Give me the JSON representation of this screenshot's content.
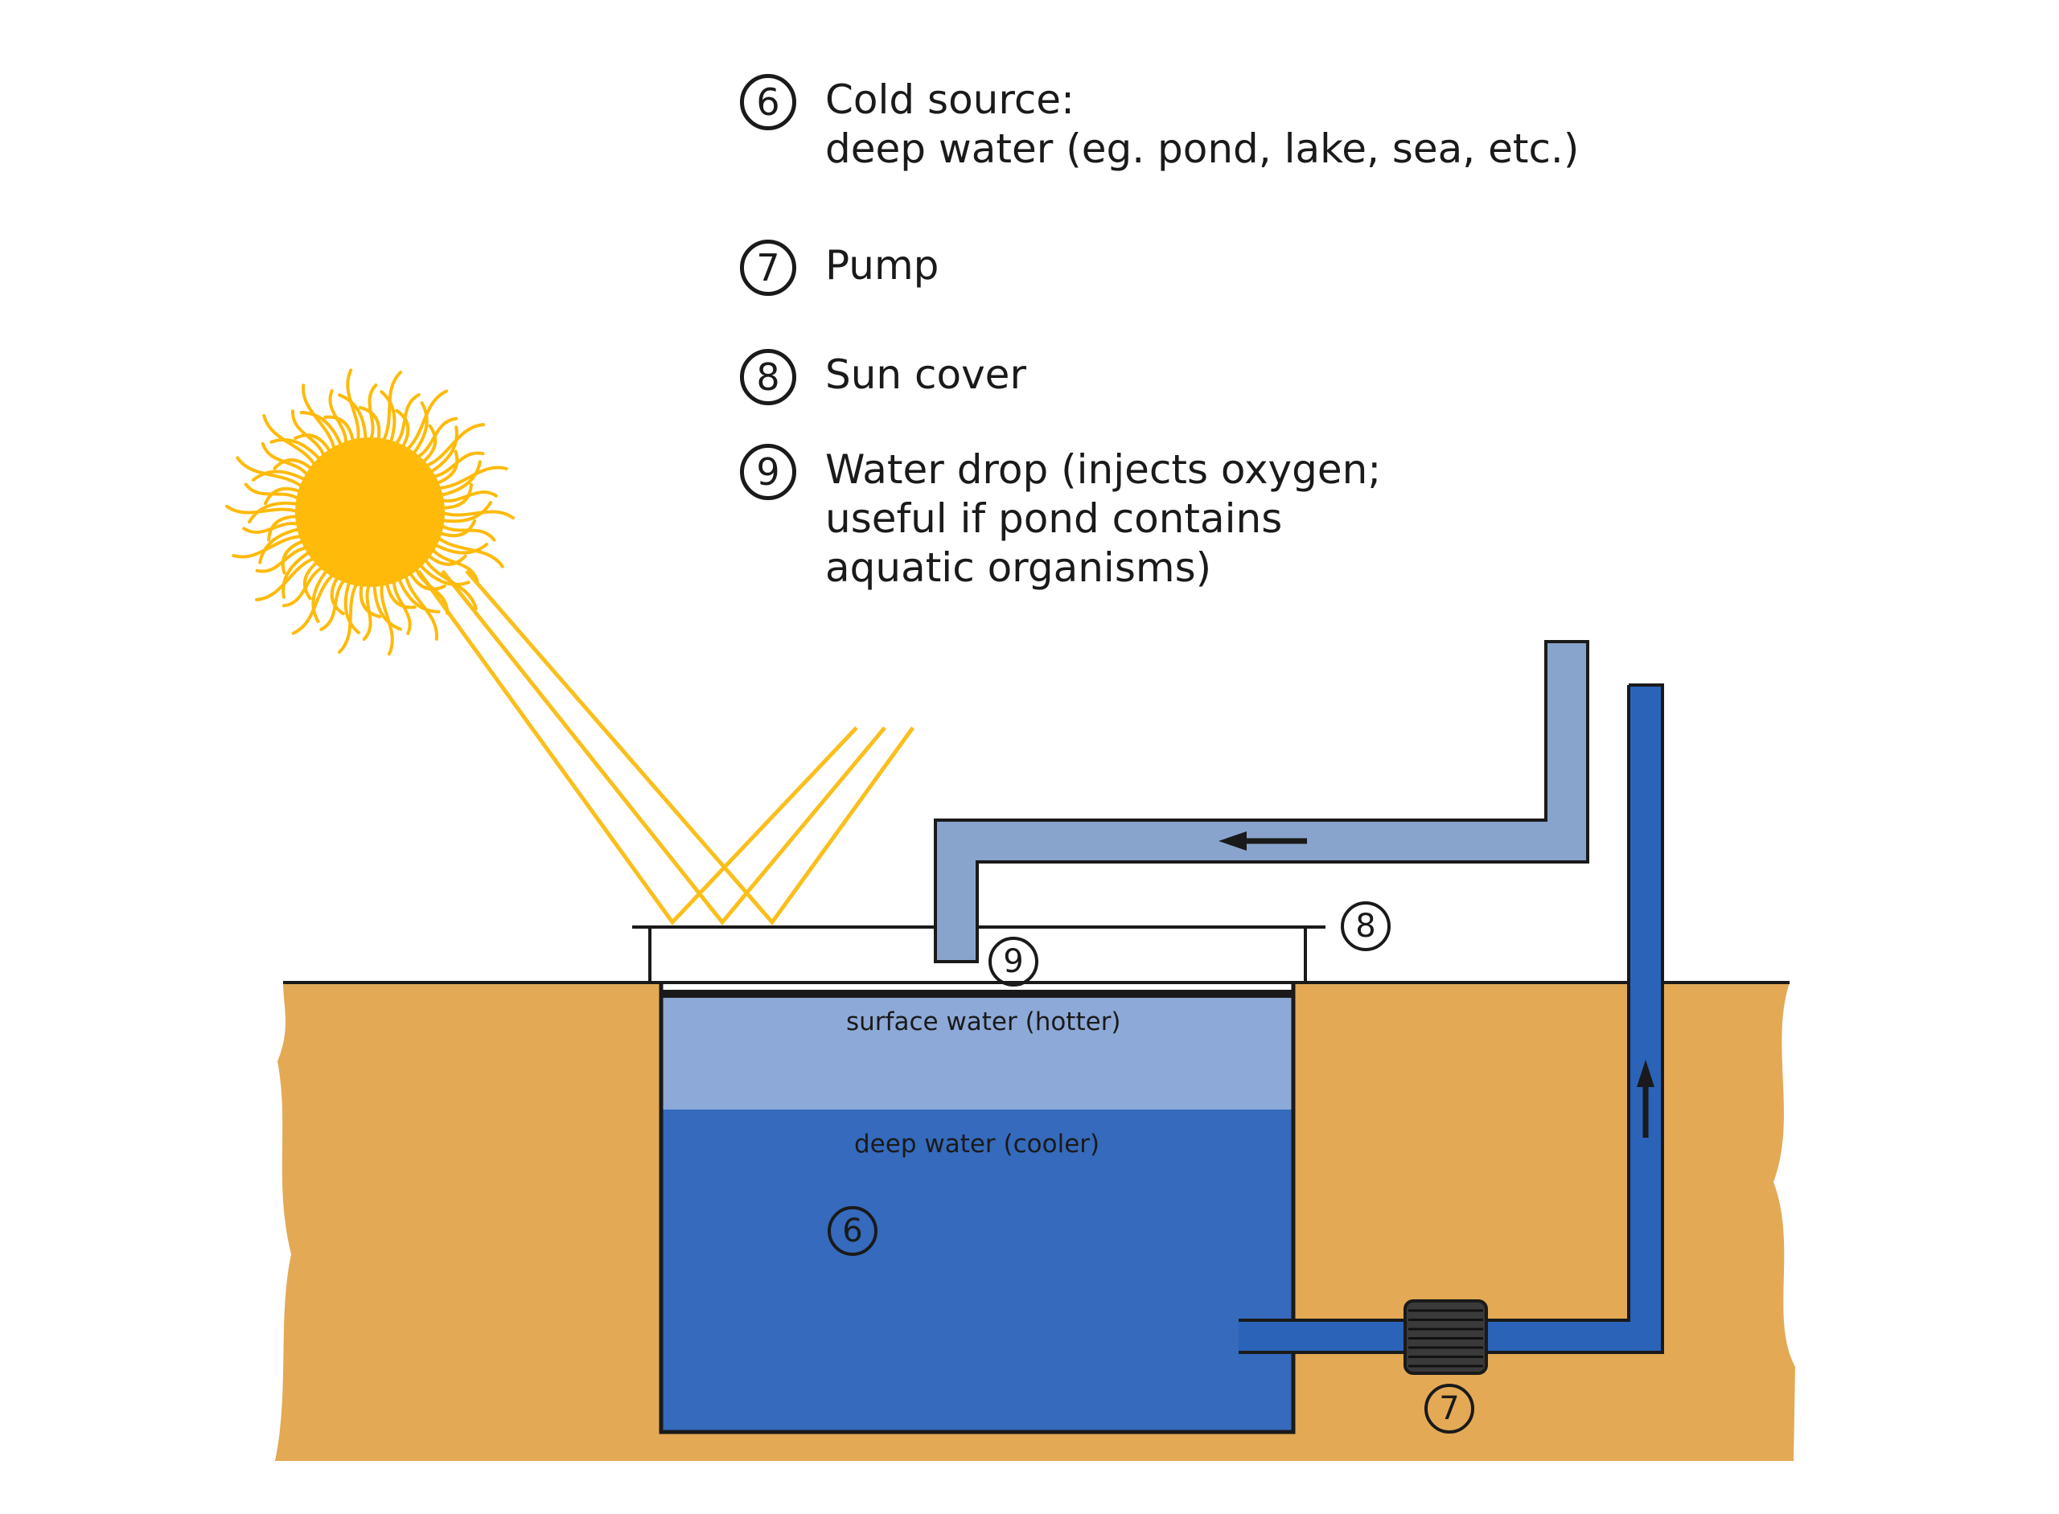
{
  "legend": [
    {
      "number": "6",
      "text": "Cold source:\ndeep water (eg. pond, lake, sea, etc.)"
    },
    {
      "number": "7",
      "text": "Pump"
    },
    {
      "number": "8",
      "text": "Sun cover"
    },
    {
      "number": "9",
      "text": "Water drop (injects oxygen;\nuseful if pond contains\naquatic organisms)"
    }
  ],
  "regions": {
    "surface_water": "surface water (hotter)",
    "deep_water": "deep water (cooler)"
  },
  "markers": {
    "cold_source": "6",
    "pump": "7",
    "sun_cover": "8",
    "water_drop": "9"
  },
  "colors": {
    "ground": "#E3A955",
    "surface_water": "#8DA9D7",
    "deep_water": "#356ABC",
    "inlet_pipe": "#89A4CC",
    "outlet_pipe": "#2B63B8",
    "sun": "#FFBA0A",
    "sun_rays": "#FBBF1C",
    "outline": "#1a1a1a",
    "pump_body": "#3a3a3a"
  },
  "icons": [
    "sun-icon",
    "pump-icon",
    "flow-arrow-icon"
  ]
}
